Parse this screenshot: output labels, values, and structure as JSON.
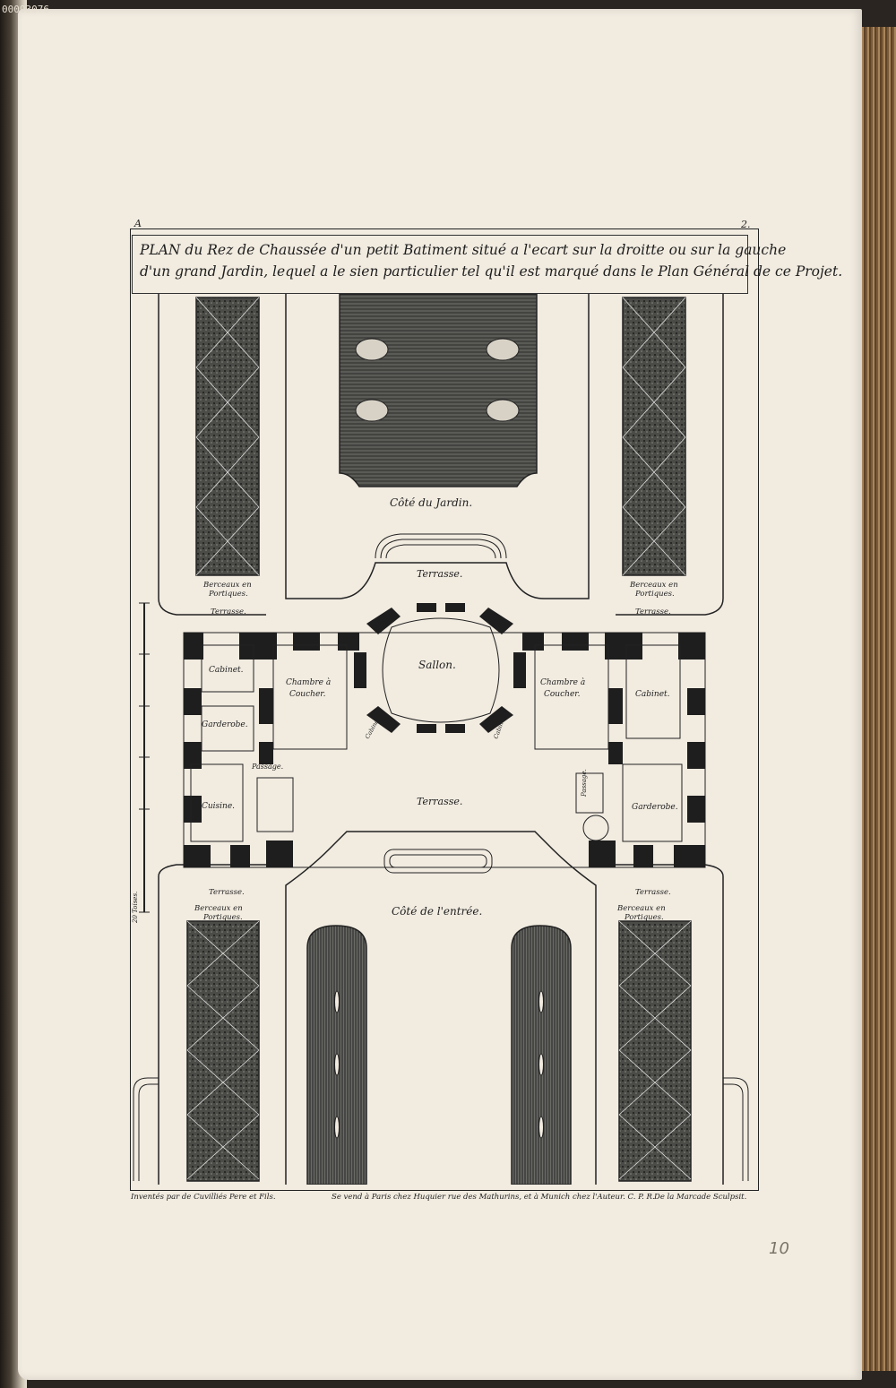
{
  "accession": "00093076",
  "plate": {
    "letter": "A",
    "number": "2.",
    "title_line1": "PLAN du Rez de Chaussée d'un petit Batiment situé a l'ecart sur la droitte ou sur la gauche",
    "title_line2": "d'un grand Jardin, lequel a le sien particulier tel qu'il est marqué dans le Plan Général de ce Projet."
  },
  "labels": {
    "cote_jardin": "Côté du Jardin.",
    "cote_entree": "Côté de l'entrée.",
    "terrasse_top": "Terrasse.",
    "terrasse_mid": "Terrasse.",
    "terrasse_ul": "Terrasse.",
    "terrasse_ur": "Terrasse.",
    "terrasse_ll": "Terrasse.",
    "terrasse_lr": "Terrasse.",
    "sallon": "Sallon.",
    "chambre_l_1": "Chambre à",
    "chambre_l_2": "Coucher.",
    "chambre_r_1": "Chambre à",
    "chambre_r_2": "Coucher.",
    "cabinet_l": "Cabinet.",
    "cabinet_r": "Cabinet.",
    "garderobe_l": "Garderobe.",
    "garderobe_r": "Garderobe.",
    "cuisine": "Cuisine.",
    "passage_l": "Passage.",
    "passage_r": "Passage.",
    "cabinet_small_l": "Cabinet.",
    "cabinet_small_r": "Cabinet.",
    "berceaux_ul_1": "Berceaux en",
    "berceaux_ul_2": "Portiques.",
    "berceaux_ur_1": "Berceaux en",
    "berceaux_ur_2": "Portiques.",
    "berceaux_ll_1": "Berceaux en",
    "berceaux_ll_2": "Portiques.",
    "berceaux_lr_1": "Berceaux en",
    "berceaux_lr_2": "Portiques.",
    "scale_label": "20 Toises."
  },
  "footer": {
    "left": "Inventés par de Cuvilliés Pere et Fils.",
    "middle": "Se vend à Paris chez Huquier rue des Mathurins, et à Munich chez l'Auteur. C. P. R.",
    "right": "De la Marcade Sculpsit."
  },
  "pencil_number": "10",
  "colors": {
    "paper": "#f1ebe0",
    "ink": "#1e1e1e",
    "hatch": "#3a3a3a"
  }
}
